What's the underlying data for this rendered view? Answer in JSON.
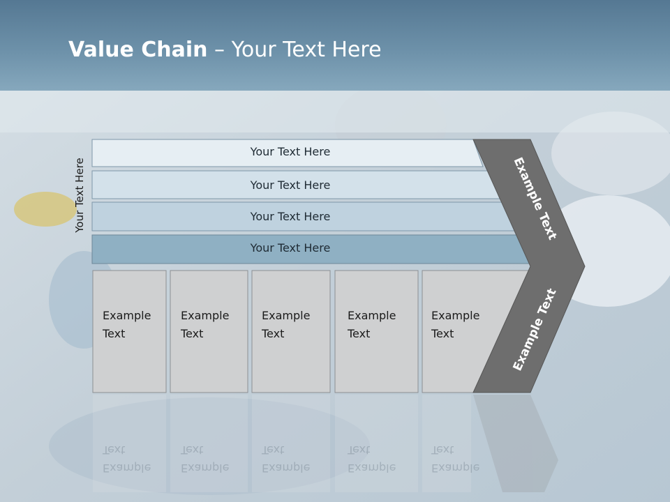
{
  "slide": {
    "title_bold": "Value Chain",
    "title_rest": " – Your Text Here"
  },
  "diagram": {
    "side_label": "Your Text Here",
    "rows": [
      {
        "label": "Your Text Here"
      },
      {
        "label": "Your Text Here"
      },
      {
        "label": "Your Text Here"
      },
      {
        "label": "Your Text Here"
      }
    ],
    "boxes": [
      {
        "line1": "Example",
        "line2": "Text"
      },
      {
        "line1": "Example",
        "line2": "Text"
      },
      {
        "line1": "Example",
        "line2": "Text"
      },
      {
        "line1": "Example",
        "line2": "Text"
      },
      {
        "line1": "Example",
        "line2": "Text"
      }
    ],
    "chevron_top_label": "Example Text",
    "chevron_bottom_label": "Example Text"
  },
  "colors": {
    "row_fills": [
      "#e6eef3",
      "#d3e1ea",
      "#bfd2df",
      "#8fb0c3"
    ],
    "box_fill": "#cfd0d1",
    "chevron_fill": "#6e6e6e"
  }
}
